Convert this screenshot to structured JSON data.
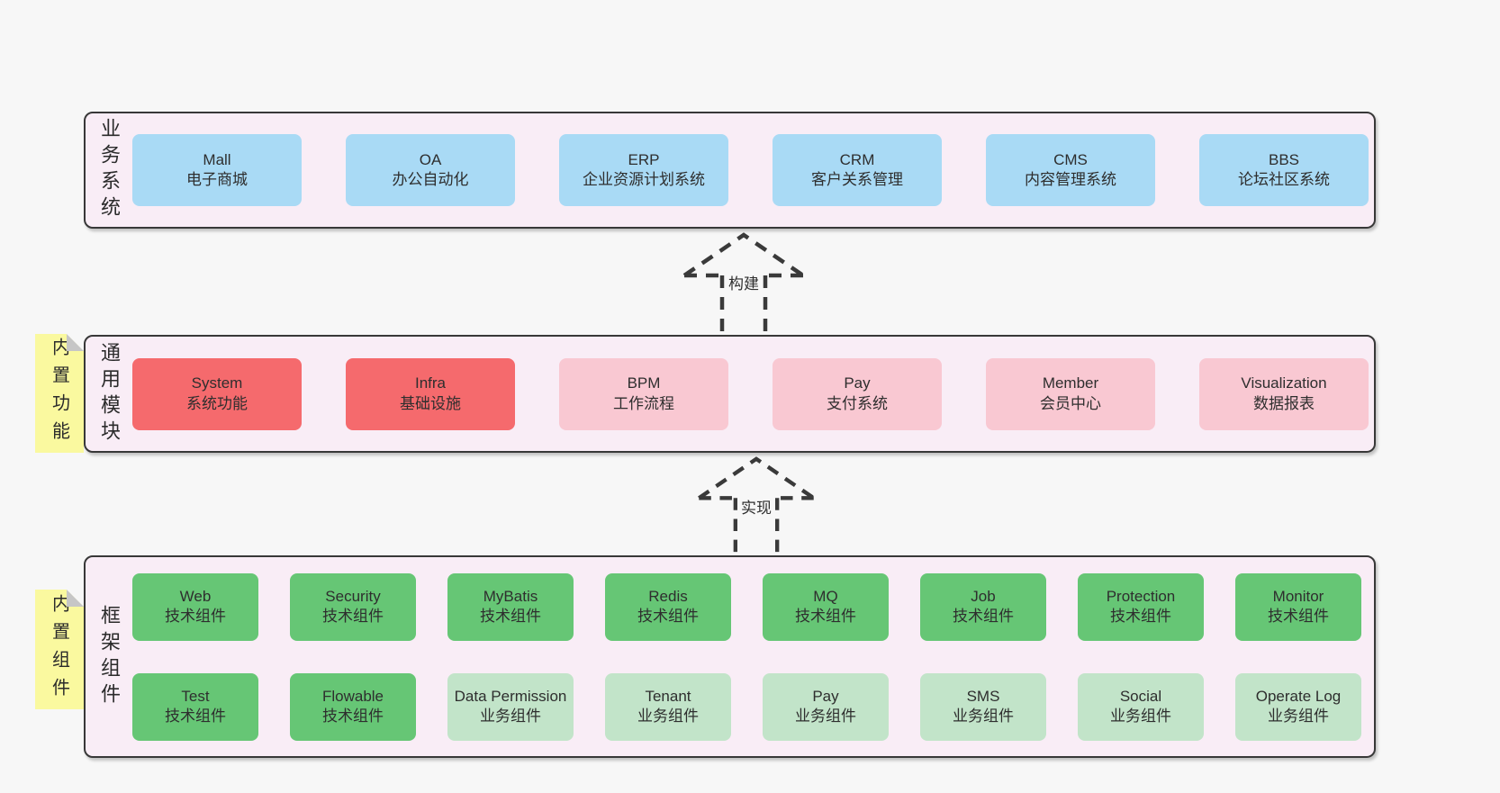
{
  "diagram": {
    "arrows": [
      {
        "label": "构建"
      },
      {
        "label": "实现"
      }
    ],
    "colors": {
      "page_bg": "#f7f7f7",
      "panel_bg": "#f9edf6",
      "panel_border": "#383838",
      "business_blue": "#a9daf5",
      "core_red": "#f56a6d",
      "optional_pink": "#f9c8d2",
      "tech_green": "#66c675",
      "biz_lightgreen": "#c2e4c9",
      "sticky_yellow": "#faf99f",
      "sticky_fold_gray": "#c6c6c6",
      "text_dark": "#2e2e2e"
    }
  },
  "panels": [
    {
      "label": "业务系统",
      "boxes": [
        {
          "en": "Mall",
          "zh": "电子商城",
          "variant": "blue"
        },
        {
          "en": "OA",
          "zh": "办公自动化",
          "variant": "blue"
        },
        {
          "en": "ERP",
          "zh": "企业资源计划系统",
          "variant": "blue"
        },
        {
          "en": "CRM",
          "zh": "客户关系管理",
          "variant": "blue"
        },
        {
          "en": "CMS",
          "zh": "内容管理系统",
          "variant": "blue"
        },
        {
          "en": "BBS",
          "zh": "论坛社区系统",
          "variant": "blue"
        }
      ]
    },
    {
      "label": "通用模块",
      "sticky": "内置功能",
      "boxes": [
        {
          "en": "System",
          "zh": "系统功能",
          "variant": "red"
        },
        {
          "en": "Infra",
          "zh": "基础设施",
          "variant": "red"
        },
        {
          "en": "BPM",
          "zh": "工作流程",
          "variant": "pink"
        },
        {
          "en": "Pay",
          "zh": "支付系统",
          "variant": "pink"
        },
        {
          "en": "Member",
          "zh": "会员中心",
          "variant": "pink"
        },
        {
          "en": "Visualization",
          "zh": "数据报表",
          "variant": "pink"
        }
      ]
    },
    {
      "label": "框架组件",
      "sticky": "内置组件",
      "rows": [
        [
          {
            "en": "Web",
            "zh": "技术组件",
            "variant": "green"
          },
          {
            "en": "Security",
            "zh": "技术组件",
            "variant": "green"
          },
          {
            "en": "MyBatis",
            "zh": "技术组件",
            "variant": "green"
          },
          {
            "en": "Redis",
            "zh": "技术组件",
            "variant": "green"
          },
          {
            "en": "MQ",
            "zh": "技术组件",
            "variant": "green"
          },
          {
            "en": "Job",
            "zh": "技术组件",
            "variant": "green"
          },
          {
            "en": "Protection",
            "zh": "技术组件",
            "variant": "green"
          },
          {
            "en": "Monitor",
            "zh": "技术组件",
            "variant": "green"
          }
        ],
        [
          {
            "en": "Test",
            "zh": "技术组件",
            "variant": "green"
          },
          {
            "en": "Flowable",
            "zh": "技术组件",
            "variant": "green"
          },
          {
            "en": "Data Permission",
            "zh": "业务组件",
            "variant": "lightgreen"
          },
          {
            "en": "Tenant",
            "zh": "业务组件",
            "variant": "lightgreen"
          },
          {
            "en": "Pay",
            "zh": "业务组件",
            "variant": "lightgreen"
          },
          {
            "en": "SMS",
            "zh": "业务组件",
            "variant": "lightgreen"
          },
          {
            "en": "Social",
            "zh": "业务组件",
            "variant": "lightgreen"
          },
          {
            "en": "Operate Log",
            "zh": "业务组件",
            "variant": "lightgreen"
          }
        ]
      ]
    }
  ]
}
